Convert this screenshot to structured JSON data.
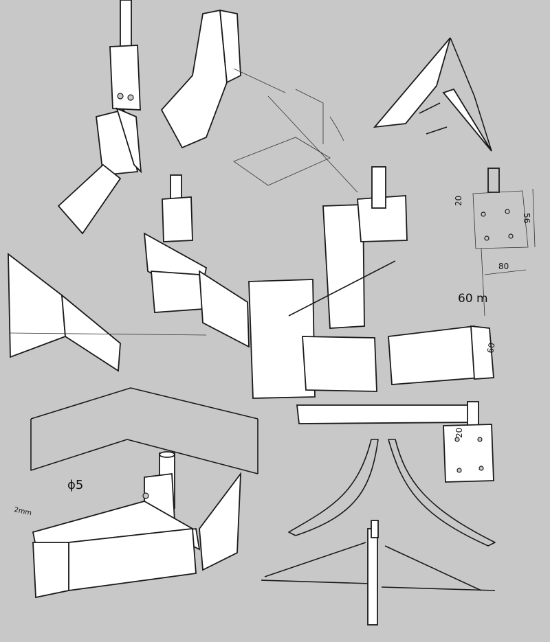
{
  "title": "Bracket construction sketches",
  "annotations": {
    "dim_top_offset": "20",
    "dim_plate_height": "56",
    "dim_plate_width": "80",
    "dim_side": "60 m",
    "dim_vertical": "60",
    "dim_lower_offset": "20",
    "hole_diameter": "ϕ5",
    "thickness": "2mm"
  },
  "colors": {
    "background": "#c8c8c8",
    "ink": "#1a1a1a",
    "paper": "#ffffff"
  }
}
